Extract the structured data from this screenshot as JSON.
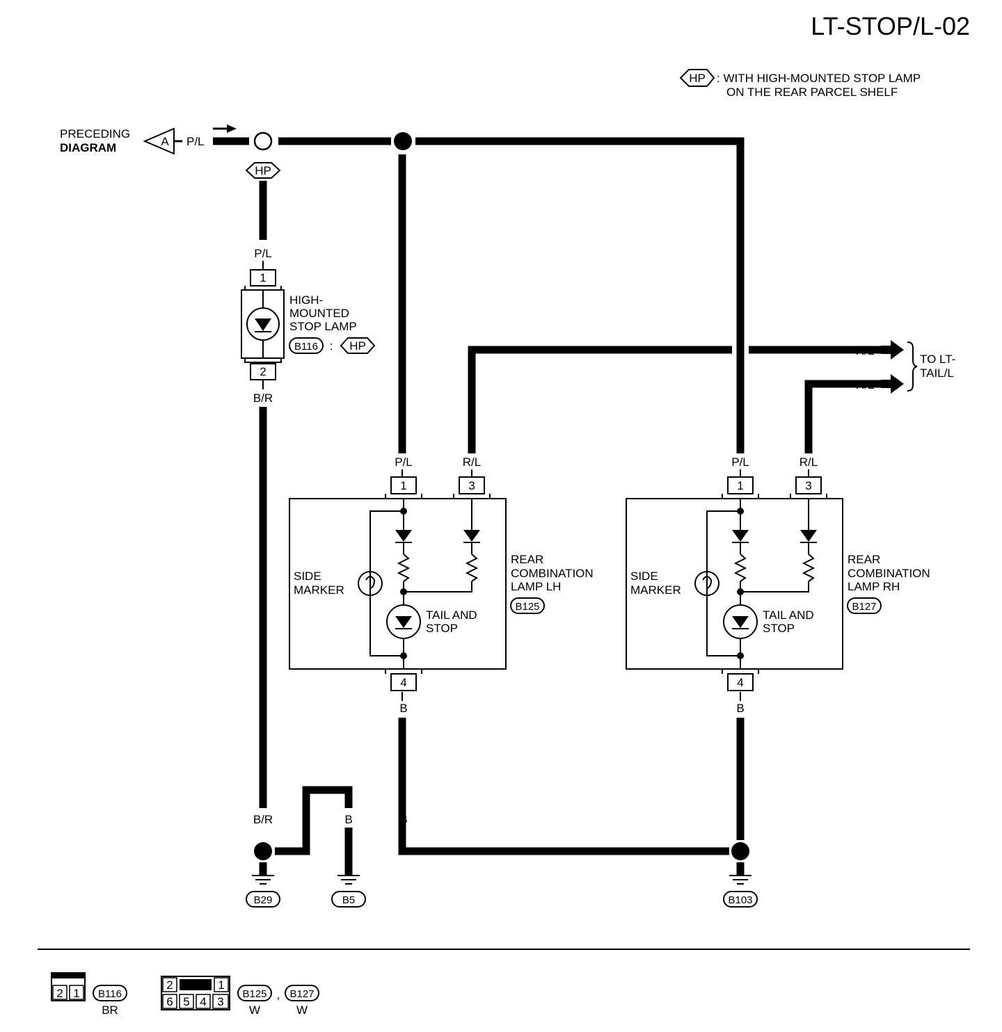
{
  "page_title": "LT-STOP/L-02",
  "legend": {
    "tag": "HP",
    "text_line1": ": WITH HIGH-MOUNTED STOP LAMP",
    "text_line2": "ON THE REAR PARCEL SHELF"
  },
  "preceding": {
    "line1": "PRECEDING",
    "line2": "DIAGRAM",
    "connector_letter": "A",
    "wire": "P/L"
  },
  "hp_tag": "HP",
  "high_mount": {
    "wire_top": "P/L",
    "pin_top": "1",
    "pin_bottom": "2",
    "wire_bottom": "B/R",
    "name_line1": "HIGH-",
    "name_line2": "MOUNTED",
    "name_line3": "STOP LAMP",
    "connector": "B116",
    "separator": ":",
    "condition": "HP"
  },
  "lamp_lh": {
    "wire1": "P/L",
    "wire3": "R/L",
    "pin1": "1",
    "pin3": "3",
    "pin4": "4",
    "wire4": "B",
    "side_marker_line1": "SIDE",
    "side_marker_line2": "MARKER",
    "tail_line1": "TAIL AND",
    "tail_line2": "STOP",
    "name_line1": "REAR",
    "name_line2": "COMBINATION",
    "name_line3": "LAMP LH",
    "connector": "B125"
  },
  "lamp_rh": {
    "wire1": "P/L",
    "wire3": "R/L",
    "pin1": "1",
    "pin3": "3",
    "pin4": "4",
    "wire4": "B",
    "side_marker_line1": "SIDE",
    "side_marker_line2": "MARKER",
    "tail_line1": "TAIL AND",
    "tail_line2": "STOP",
    "name_line1": "REAR",
    "name_line2": "COMBINATION",
    "name_line3": "LAMP RH",
    "connector": "B127"
  },
  "to_tail": {
    "wire_upper": "R/L",
    "wire_lower": "R/L",
    "line1": "TO LT-",
    "line2": "TAIL/L"
  },
  "grounds": {
    "wire_br": "B/R",
    "wire_b1": "B",
    "wire_b2": "B",
    "wire_lh": "B",
    "wire_rh": "B",
    "b29": "B29",
    "b5": "B5",
    "b103": "B103"
  },
  "connector_table": {
    "c1_pins": [
      "2",
      "1"
    ],
    "c1_id": "B116",
    "c1_color": "BR",
    "c2_top": [
      "2",
      "1"
    ],
    "c2_bottom": [
      "6",
      "5",
      "4",
      "3"
    ],
    "c2_id_a": "B125",
    "c2_sep": ",",
    "c2_id_b": "B127",
    "c2_color_a": "W",
    "c2_color_b": "W"
  }
}
